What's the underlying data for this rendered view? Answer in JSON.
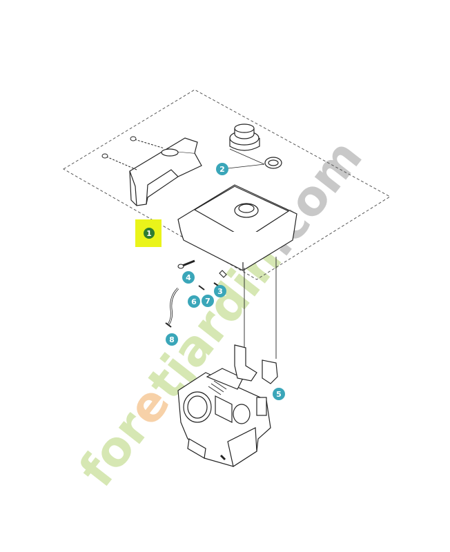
{
  "colors": {
    "callout_teal": "#3aa6b9",
    "callout_dark": "#2e7d32",
    "highlight": "#eaf41a",
    "line": "#222222",
    "dash": "#555555",
    "watermark_green": "#cfe3a6",
    "watermark_orange": "#f6c99a",
    "watermark_gray": "#bfbfbf"
  },
  "callouts": [
    {
      "id": "1",
      "label": "1",
      "style": "highlighted"
    },
    {
      "id": "2",
      "label": "2",
      "style": "teal"
    },
    {
      "id": "3",
      "label": "3",
      "style": "teal"
    },
    {
      "id": "4",
      "label": "4",
      "style": "teal"
    },
    {
      "id": "5",
      "label": "5",
      "style": "teal"
    },
    {
      "id": "6",
      "label": "6",
      "style": "teal"
    },
    {
      "id": "7",
      "label": "7",
      "style": "teal"
    },
    {
      "id": "8",
      "label": "8",
      "style": "teal"
    }
  ],
  "watermark": {
    "part1": "for",
    "part2": "e",
    "part3": "tjardin",
    "part4": ".com"
  }
}
